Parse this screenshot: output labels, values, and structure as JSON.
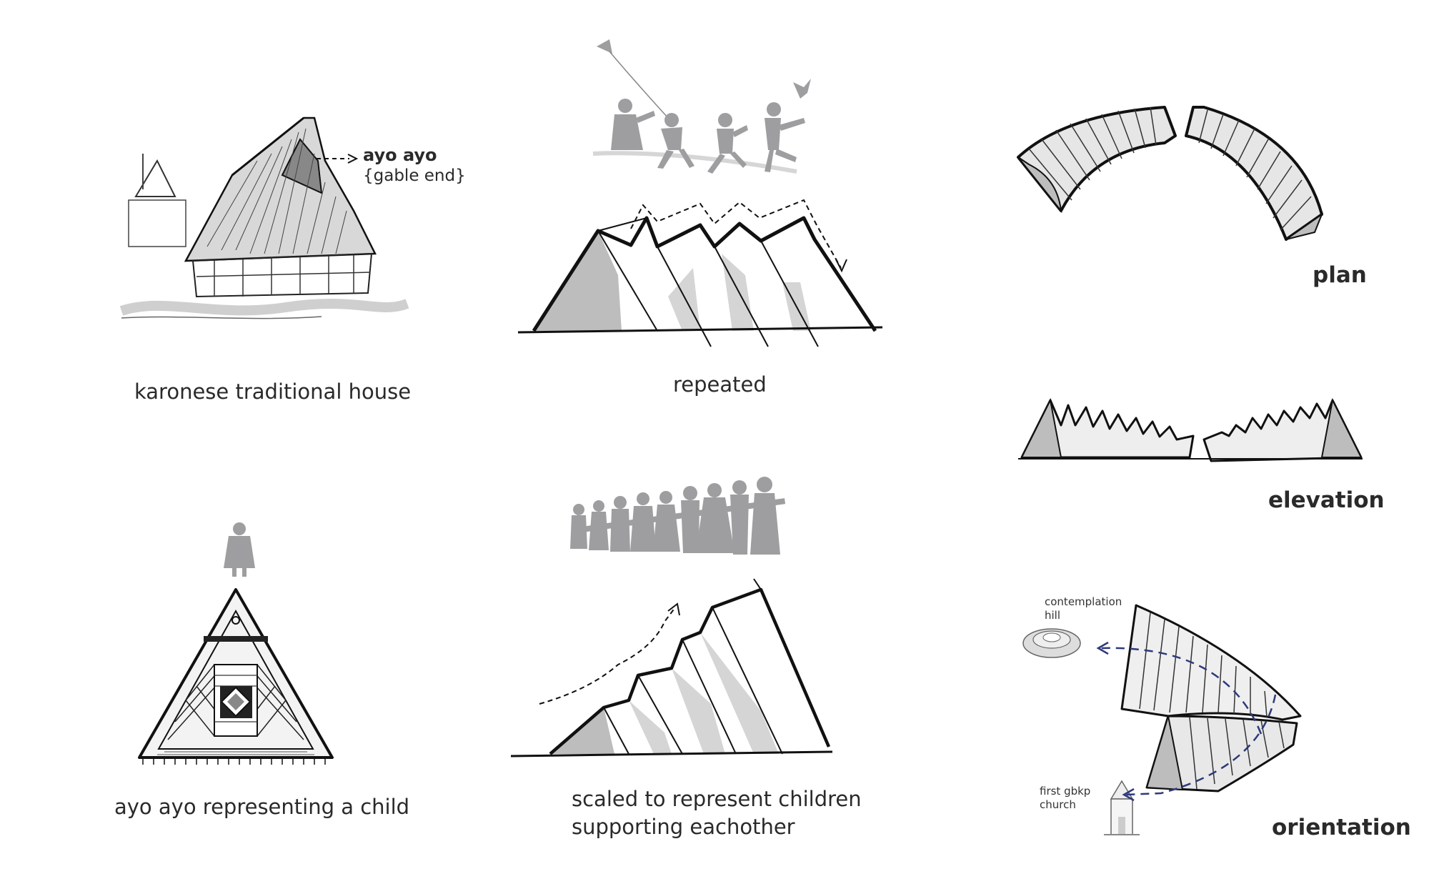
{
  "captions": {
    "house": "karonese traditional house",
    "repeated": "repeated",
    "child": "ayo ayo representing a child",
    "scaled_line1": "scaled to represent children",
    "scaled_line2": "supporting eachother"
  },
  "annotations": {
    "ayo_title": "ayo ayo",
    "ayo_sub": "{gable end}",
    "contemplation": "contemplation",
    "hill": "hill",
    "first_gbkp": "first gbkp",
    "church": "church"
  },
  "views": {
    "plan": "plan",
    "elevation": "elevation",
    "orientation": "orientation"
  },
  "colors": {
    "ink": "#111111",
    "shade": "#bdbdbd",
    "silhouette": "#9e9ea0",
    "arrow_blue": "#2e3a7a"
  }
}
